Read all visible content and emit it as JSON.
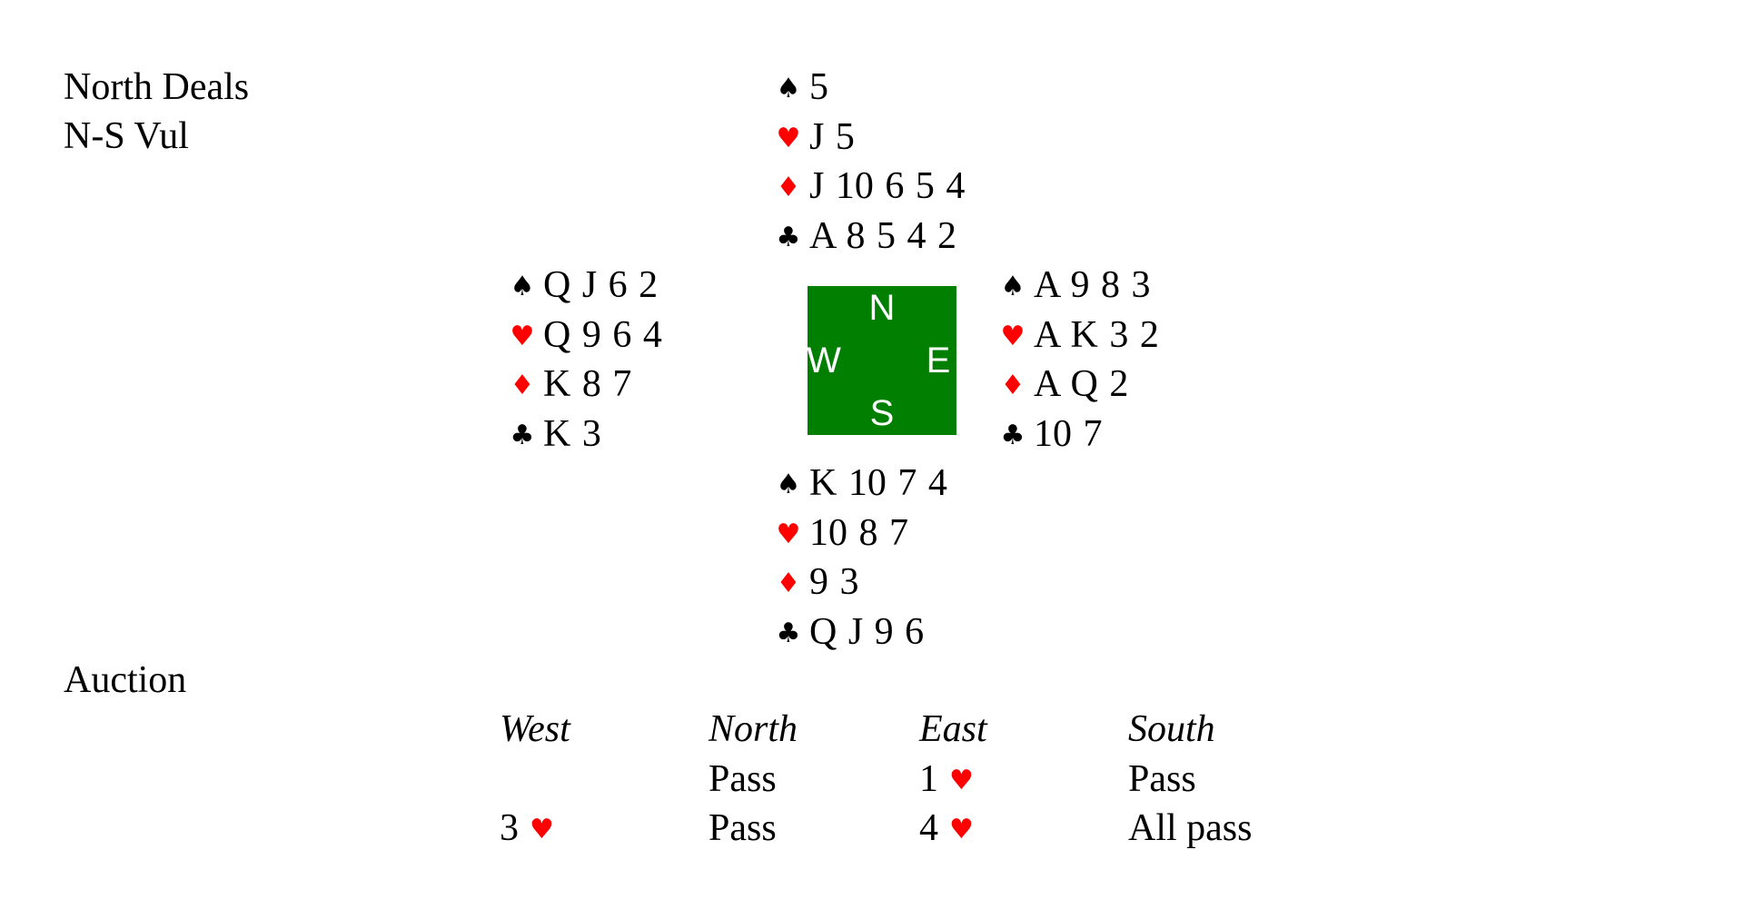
{
  "info": {
    "dealer": "North Deals",
    "vulnerability": "N-S Vul"
  },
  "suit_symbols": {
    "spades": "♠",
    "hearts": "♥",
    "diamonds": "♦",
    "clubs": "♣"
  },
  "colors": {
    "red_suit": "#ff0000",
    "black_suit": "#000000",
    "compass_bg": "#007f00",
    "compass_text": "#ffffff"
  },
  "hands": {
    "north": {
      "spades": "5",
      "hearts": "J 5",
      "diamonds": "J 10 6 5 4",
      "clubs": "A 8 5 4 2"
    },
    "west": {
      "spades": "Q J 6 2",
      "hearts": "Q 9 6 4",
      "diamonds": "K 8 7",
      "clubs": "K 3"
    },
    "east": {
      "spades": "A 9 8 3",
      "hearts": "A K 3 2",
      "diamonds": "A Q 2",
      "clubs": "10 7"
    },
    "south": {
      "spades": "K 10 7 4",
      "hearts": "10 8 7",
      "diamonds": "9 3",
      "clubs": "Q J 9 6"
    }
  },
  "compass": {
    "n": "N",
    "s": "S",
    "w": "W",
    "e": "E"
  },
  "auction": {
    "title": "Auction",
    "headers": {
      "west": "West",
      "north": "North",
      "east": "East",
      "south": "South"
    },
    "rounds": [
      {
        "west": {
          "level": "",
          "suit": ""
        },
        "north": {
          "level": "Pass",
          "suit": ""
        },
        "east": {
          "level": "1",
          "suit": "♥"
        },
        "south": {
          "level": "Pass",
          "suit": ""
        }
      },
      {
        "west": {
          "level": "3",
          "suit": "♥"
        },
        "north": {
          "level": "Pass",
          "suit": ""
        },
        "east": {
          "level": "4",
          "suit": "♥"
        },
        "south": {
          "level": "All pass",
          "suit": ""
        }
      }
    ]
  }
}
